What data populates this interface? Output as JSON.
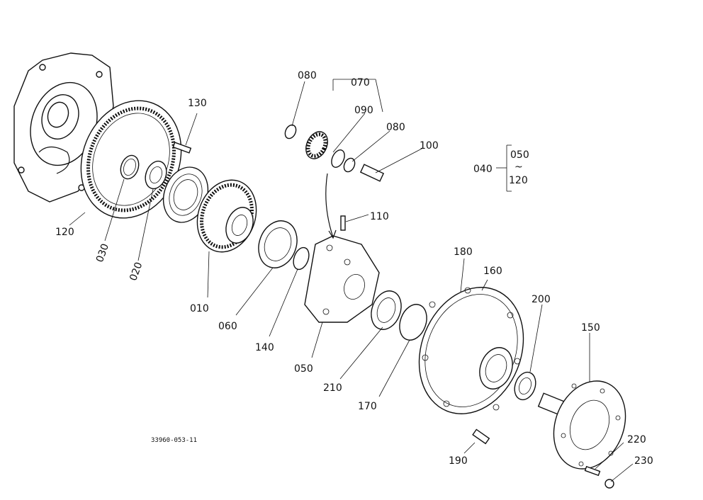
{
  "drawing_code": "33960-053-11",
  "range_group": {
    "label": "040",
    "from": "050",
    "tilde": "~",
    "to": "120"
  },
  "parts": [
    {
      "id": "p120",
      "label": "120"
    },
    {
      "id": "p030",
      "label": "030"
    },
    {
      "id": "p020",
      "label": "020"
    },
    {
      "id": "p130",
      "label": "130"
    },
    {
      "id": "p010",
      "label": "010"
    },
    {
      "id": "p060",
      "label": "060"
    },
    {
      "id": "p140",
      "label": "140"
    },
    {
      "id": "p050",
      "label": "050"
    },
    {
      "id": "p080a",
      "label": "080"
    },
    {
      "id": "p070",
      "label": "070"
    },
    {
      "id": "p090",
      "label": "090"
    },
    {
      "id": "p080b",
      "label": "080"
    },
    {
      "id": "p100",
      "label": "100"
    },
    {
      "id": "p110",
      "label": "110"
    },
    {
      "id": "p210",
      "label": "210"
    },
    {
      "id": "p170",
      "label": "170"
    },
    {
      "id": "p180",
      "label": "180"
    },
    {
      "id": "p160",
      "label": "160"
    },
    {
      "id": "p200",
      "label": "200"
    },
    {
      "id": "p150",
      "label": "150"
    },
    {
      "id": "p190",
      "label": "190"
    },
    {
      "id": "p220",
      "label": "220"
    },
    {
      "id": "p230",
      "label": "230"
    }
  ]
}
